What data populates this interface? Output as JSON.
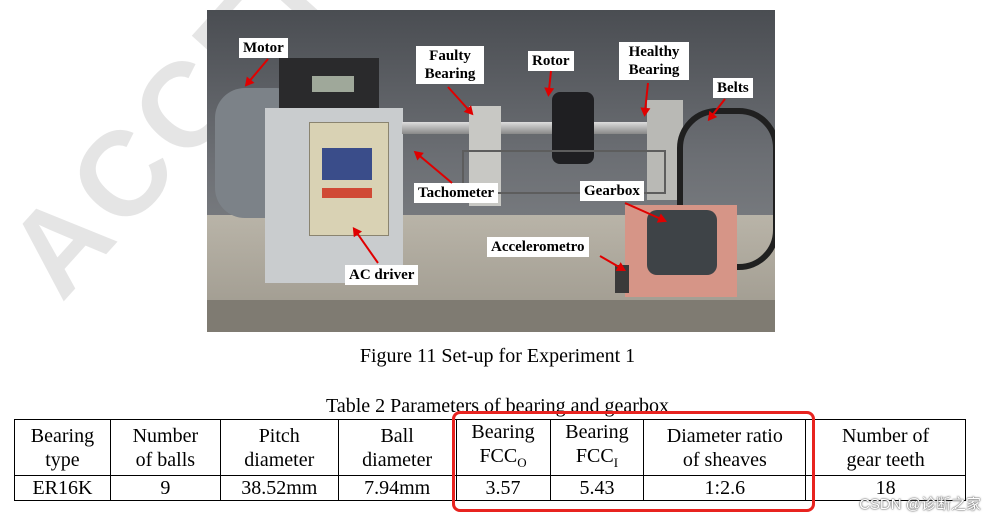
{
  "figure": {
    "caption": "Figure 11 Set-up for Experiment 1",
    "callouts": {
      "motor": "Motor",
      "faulty_bearing": "Faulty Bearing",
      "rotor": "Rotor",
      "healthy_bearing": "Healthy Bearing",
      "belts": "Belts",
      "tachometer": "Tachometer",
      "gearbox": "Gearbox",
      "accelerometro": "Accelerometro",
      "ac_driver": "AC driver"
    }
  },
  "table": {
    "caption": "Table 2 Parameters of bearing and gearbox",
    "headers": [
      [
        "Bearing",
        "type"
      ],
      [
        "Number",
        "of balls"
      ],
      [
        "Pitch",
        "diameter"
      ],
      [
        "Ball",
        "diameter"
      ],
      [
        "Bearing",
        "FCC",
        "O"
      ],
      [
        "Bearing",
        "FCC",
        "I"
      ],
      [
        "Diameter ratio",
        "of sheaves"
      ],
      [
        "Number of",
        "gear teeth"
      ]
    ],
    "row": [
      "ER16K",
      "9",
      "38.52mm",
      "7.94mm",
      "3.57",
      "5.43",
      "1:2.6",
      "18"
    ]
  },
  "watermark": "ACCEPTED",
  "source_mark": "CSDN @诊断之家",
  "colors": {
    "highlight_box": "#e8231f",
    "arrow": "#e00000"
  }
}
